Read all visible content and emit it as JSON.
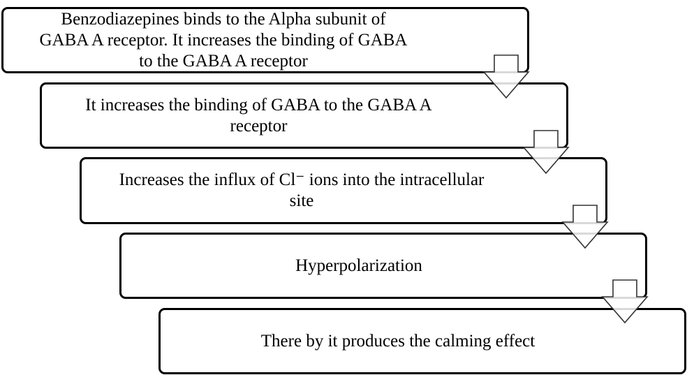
{
  "diagram": {
    "type": "step-flow",
    "steps": [
      {
        "text": "Benzodiazepines  binds to the Alpha subunit of\nGABA A receptor.  It increases  the binding  of GABA\nto the GABA A receptor"
      },
      {
        "text": "It increases  the binding  of GABA  to the GABA A\nreceptor"
      },
      {
        "text": "Increases  the influx  of Cl⁻ ions into the intracellular\nsite"
      },
      {
        "text": "Hyperpolarization"
      },
      {
        "text": "There by it produces  the calming  effect"
      }
    ],
    "connectors": [
      {
        "from": 0,
        "to": 1,
        "icon": "down-arrow-icon"
      },
      {
        "from": 1,
        "to": 2,
        "icon": "down-arrow-icon"
      },
      {
        "from": 2,
        "to": 3,
        "icon": "down-arrow-icon"
      },
      {
        "from": 3,
        "to": 4,
        "icon": "down-arrow-icon"
      }
    ]
  }
}
